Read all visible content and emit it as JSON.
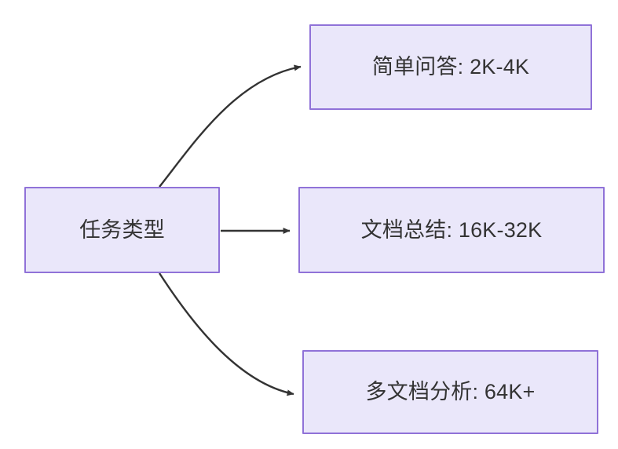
{
  "diagram": {
    "type": "flowchart",
    "direction": "left-to-right",
    "background_color": "#FFFFFF",
    "node_fill_color": "#EAE7FA",
    "node_border_color": "#9072D8",
    "text_color": "#333333",
    "edge_color": "#333333",
    "nodes": [
      {
        "id": "source",
        "label": "任务类型",
        "role": "root"
      },
      {
        "id": "simple-qa",
        "label": "简单问答: 2K-4K",
        "role": "leaf"
      },
      {
        "id": "doc-summary",
        "label": "文档总结: 16K-32K",
        "role": "leaf"
      },
      {
        "id": "multi-doc",
        "label": "多文档分析: 64K+",
        "role": "leaf"
      }
    ],
    "edges": [
      {
        "from": "source",
        "to": "simple-qa",
        "style": "curved",
        "arrowhead": "filled-triangle",
        "label": ""
      },
      {
        "from": "source",
        "to": "doc-summary",
        "style": "straight",
        "arrowhead": "filled-triangle",
        "label": ""
      },
      {
        "from": "source",
        "to": "multi-doc",
        "style": "curved",
        "arrowhead": "filled-triangle",
        "label": ""
      }
    ]
  }
}
